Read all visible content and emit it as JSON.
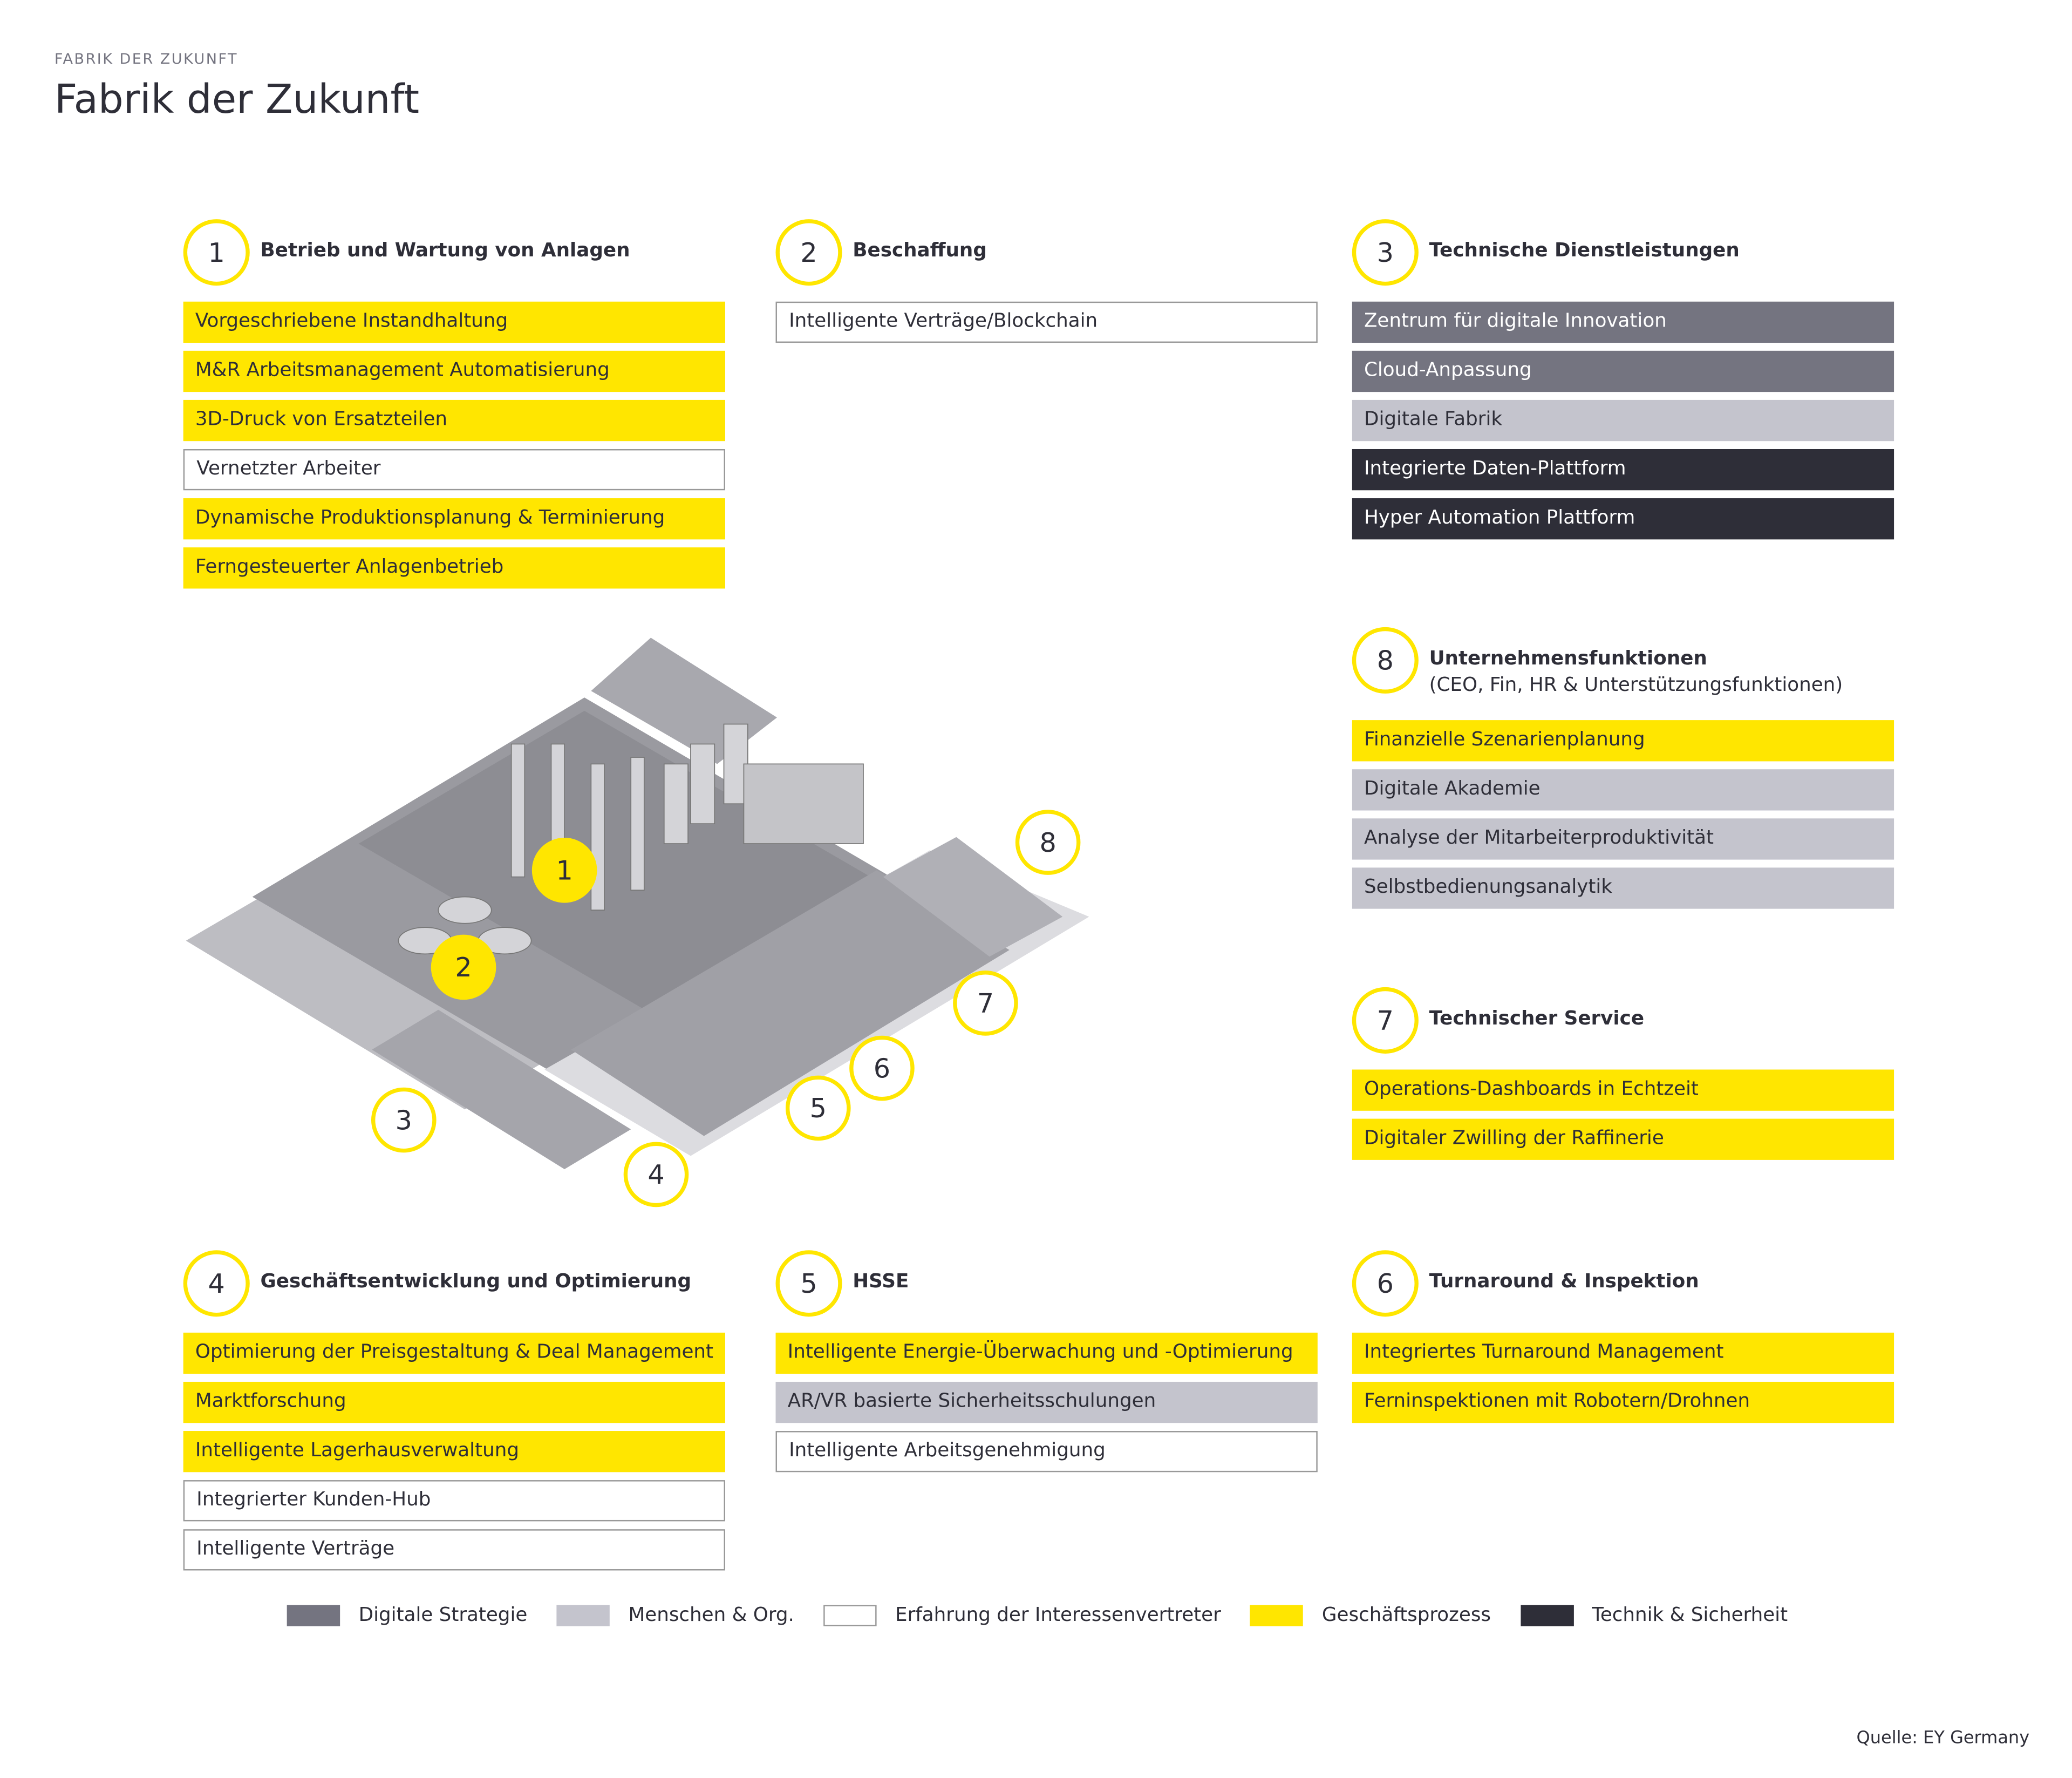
{
  "header": {
    "kicker": "FABRIK DER ZUKUNFT",
    "title": "Fabrik der Zukunft"
  },
  "colors": {
    "gp": "#FFE600",
    "ds": "#747480",
    "mo": "#C4C4CD",
    "ei": "#FFFFFF",
    "ts": "#2E2E38"
  },
  "sections": {
    "s1": {
      "num": "1",
      "title": "Betrieb und Wartung von Anlagen",
      "items": [
        {
          "label": "Vorgeschriebene Instandhaltung",
          "type": "gp"
        },
        {
          "label": "M&R Arbeitsmanagement Automatisierung",
          "type": "gp"
        },
        {
          "label": "3D-Druck von Ersatzteilen",
          "type": "gp"
        },
        {
          "label": "Vernetzter Arbeiter",
          "type": "ei"
        },
        {
          "label": "Dynamische Produktionsplanung & Terminierung",
          "type": "gp"
        },
        {
          "label": "Ferngesteuerter Anlagenbetrieb",
          "type": "gp"
        }
      ]
    },
    "s2": {
      "num": "2",
      "title": "Beschaffung",
      "items": [
        {
          "label": "Intelligente Verträge/Blockchain",
          "type": "ei"
        }
      ]
    },
    "s3": {
      "num": "3",
      "title": "Technische Dienstleistungen",
      "items": [
        {
          "label": "Zentrum für digitale Innovation",
          "type": "ds"
        },
        {
          "label": "Cloud-Anpassung",
          "type": "ds"
        },
        {
          "label": "Digitale Fabrik",
          "type": "mo"
        },
        {
          "label": "Integrierte Daten-Plattform",
          "type": "ts"
        },
        {
          "label": "Hyper Automation Plattform",
          "type": "ts"
        }
      ]
    },
    "s8": {
      "num": "8",
      "title": "Unternehmensfunktionen",
      "subtitle": "(CEO, Fin, HR & Unterstützungsfunktionen)",
      "items": [
        {
          "label": "Finanzielle Szenarienplanung",
          "type": "gp"
        },
        {
          "label": "Digitale Akademie",
          "type": "mo"
        },
        {
          "label": "Analyse der Mitarbeiterproduktivität",
          "type": "mo"
        },
        {
          "label": "Selbstbedienungsanalytik",
          "type": "mo"
        }
      ]
    },
    "s7": {
      "num": "7",
      "title": "Technischer Service",
      "items": [
        {
          "label": "Operations-Dashboards in Echtzeit",
          "type": "gp"
        },
        {
          "label": "Digitaler Zwilling der Raffinerie",
          "type": "gp"
        }
      ]
    },
    "s4": {
      "num": "4",
      "title": "Geschäftsentwicklung und Optimierung",
      "items": [
        {
          "label": "Optimierung der Preisgestaltung & Deal Management",
          "type": "gp"
        },
        {
          "label": "Marktforschung",
          "type": "gp"
        },
        {
          "label": "Intelligente Lagerhausverwaltung",
          "type": "gp"
        },
        {
          "label": "Integrierter Kunden-Hub",
          "type": "ei"
        },
        {
          "label": "Intelligente Verträge",
          "type": "ei"
        }
      ]
    },
    "s5": {
      "num": "5",
      "title": "HSSE",
      "items": [
        {
          "label": "Intelligente Energie-Überwachung und -Optimierung",
          "type": "gp"
        },
        {
          "label": "AR/VR basierte Sicherheitsschulungen",
          "type": "mo"
        },
        {
          "label": "Intelligente Arbeitsgenehmigung",
          "type": "ei"
        }
      ]
    },
    "s6": {
      "num": "6",
      "title": "Turnaround & Inspektion",
      "items": [
        {
          "label": "Integriertes Turnaround Management",
          "type": "gp"
        },
        {
          "label": "Ferninspektionen mit Robotern/Drohnen",
          "type": "gp"
        }
      ]
    }
  },
  "map_markers": [
    "1",
    "2",
    "3",
    "4",
    "5",
    "6",
    "7",
    "8"
  ],
  "legend": [
    {
      "label": "Digitale Strategie",
      "type": "ds"
    },
    {
      "label": "Menschen & Org.",
      "type": "mo"
    },
    {
      "label": "Erfahrung der Interessenvertreter",
      "type": "ei"
    },
    {
      "label": "Geschäftsprozess",
      "type": "gp"
    },
    {
      "label": "Technik & Sicherheit",
      "type": "ts"
    }
  ],
  "source": "Quelle: EY Germany"
}
